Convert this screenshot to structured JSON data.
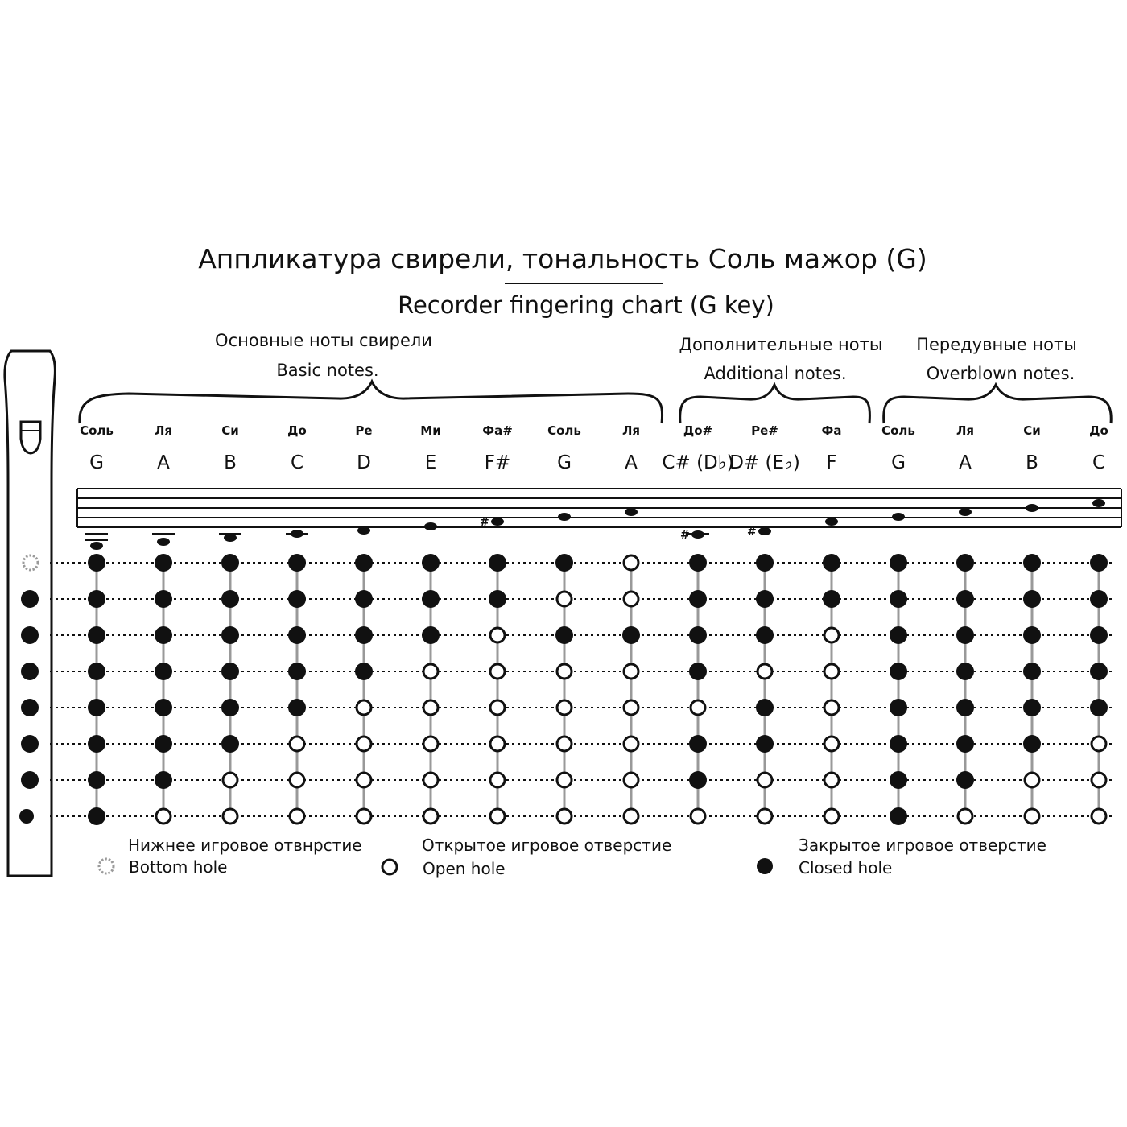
{
  "title_ru": "Аппликатура свирели, тональность Соль мажор (G)",
  "title_en": "Recorder fingering chart (G key)",
  "groups": [
    {
      "name_ru": "Основные ноты свирели",
      "name_en": "Basic notes."
    },
    {
      "name_ru": "Дополнительные ноты",
      "name_en": "Additional notes."
    },
    {
      "name_ru": "Передувные ноты",
      "name_en": "Overblown notes."
    }
  ],
  "notes": [
    {
      "ru": "Соль",
      "en": "G",
      "group": 0,
      "accidental": "",
      "ledger": 2,
      "holes": "CCCCCCCC"
    },
    {
      "ru": "Ля",
      "en": "A",
      "group": 0,
      "accidental": "",
      "ledger": 1,
      "holes": "CCCCCCCO"
    },
    {
      "ru": "Си",
      "en": "B",
      "group": 0,
      "accidental": "",
      "ledger": 1,
      "holes": "CCCCCCOO"
    },
    {
      "ru": "До",
      "en": "C",
      "group": 0,
      "accidental": "",
      "ledger": 1,
      "holes": "CCCCCOOO"
    },
    {
      "ru": "Ре",
      "en": "D",
      "group": 0,
      "accidental": "",
      "ledger": 0,
      "holes": "CCCCOOOO"
    },
    {
      "ru": "Ми",
      "en": "E",
      "group": 0,
      "accidental": "",
      "ledger": 0,
      "holes": "CCCOOOOO"
    },
    {
      "ru": "Фа#",
      "en": "F#",
      "group": 0,
      "accidental": "#",
      "ledger": 0,
      "holes": "CCOOOOOO"
    },
    {
      "ru": "Соль",
      "en": "G",
      "group": 0,
      "accidental": "",
      "ledger": 0,
      "holes": "COCOOOOO"
    },
    {
      "ru": "Ля",
      "en": "A",
      "group": 0,
      "accidental": "",
      "ledger": 0,
      "holes": "OOCOOOOO"
    },
    {
      "ru": "До#",
      "en": "C# (D♭)",
      "group": 1,
      "accidental": "#",
      "ledger": 1,
      "holes": "CCCCOCCO"
    },
    {
      "ru": "Ре#",
      "en": "D# (E♭)",
      "group": 1,
      "accidental": "#",
      "ledger": 0,
      "holes": "CCCOCCOO"
    },
    {
      "ru": "Фа",
      "en": "F",
      "group": 1,
      "accidental": "",
      "ledger": 0,
      "holes": "CCOOOOOO"
    },
    {
      "ru": "Соль",
      "en": "G",
      "group": 2,
      "accidental": "",
      "ledger": 0,
      "holes": "CCCCCCCC"
    },
    {
      "ru": "Ля",
      "en": "A",
      "group": 2,
      "accidental": "",
      "ledger": 0,
      "holes": "CCCCCCCO"
    },
    {
      "ru": "Си",
      "en": "B",
      "group": 2,
      "accidental": "",
      "ledger": 0,
      "holes": "CCCCCCOO"
    },
    {
      "ru": "До",
      "en": "C",
      "group": 2,
      "accidental": "",
      "ledger": 0,
      "holes": "CCCCCOOO"
    }
  ],
  "legend": {
    "bottom_ru": "Нижнее игровое отвнрстие",
    "bottom_en": "Bottom hole",
    "open_ru": "Открытое игровое отверстие",
    "open_en": "Open hole",
    "closed_ru": "Закрытое игровое отверстие",
    "closed_en": "Closed hole"
  },
  "colors": {
    "ink": "#111111",
    "guide": "#999999",
    "bottom_hole": "#9a9a9a"
  },
  "icons": {
    "instrument": "recorder-icon",
    "closed": "filled-circle",
    "open": "hollow-circle",
    "bottom": "dotted-circle"
  }
}
